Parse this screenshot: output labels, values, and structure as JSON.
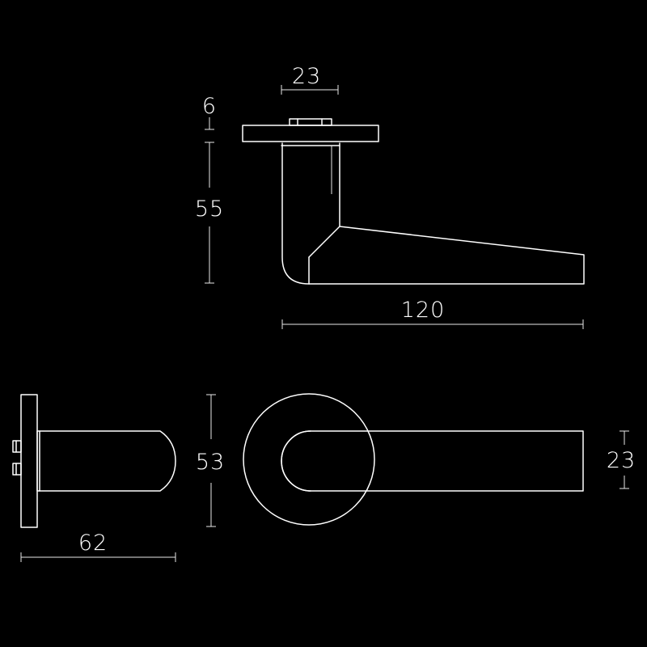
{
  "drawing": {
    "background": "#000000",
    "line_color": "#ffffff",
    "views": [
      {
        "view": "side",
        "dimensions": {
          "rose_width": "23",
          "rose_thickness": "6",
          "projection": "55",
          "lever_length": "120"
        }
      },
      {
        "view": "top",
        "dimensions": {
          "rose_diameter": "53",
          "lever_depth": "62"
        }
      },
      {
        "view": "front",
        "dimensions": {
          "lever_height": "23"
        }
      }
    ]
  },
  "dims": {
    "rose_width": "23",
    "rose_thickness": "6",
    "projection": "55",
    "lever_length": "120",
    "rose_diameter": "53",
    "lever_depth": "62",
    "lever_height": "23"
  }
}
